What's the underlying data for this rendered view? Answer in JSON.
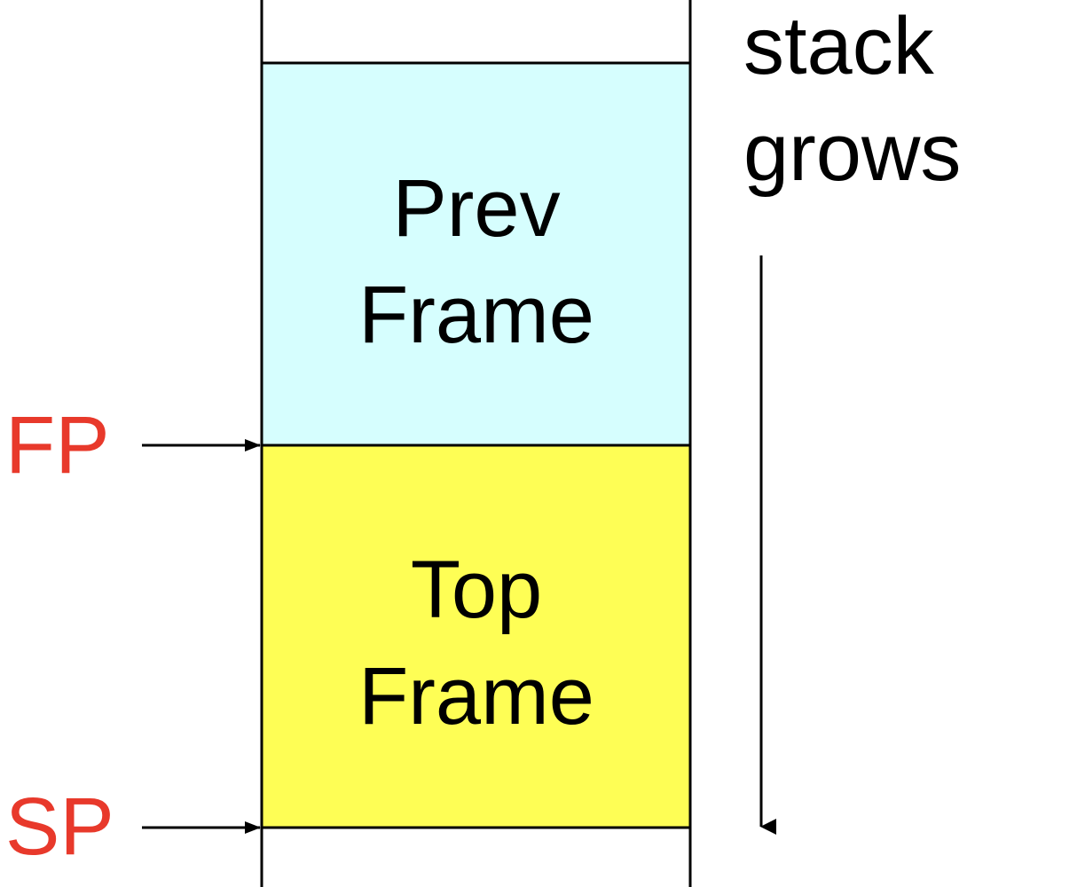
{
  "frames": {
    "prev": {
      "line1": "Prev",
      "line2": "Frame",
      "color": "#d6fefe"
    },
    "top": {
      "line1": "Top",
      "line2": "Frame",
      "color": "#fefe55"
    }
  },
  "pointers": {
    "fp": {
      "label": "FP",
      "color": "#e8392b"
    },
    "sp": {
      "label": "SP",
      "color": "#e8392b"
    }
  },
  "direction": {
    "line1": "stack",
    "line2": "grows"
  }
}
